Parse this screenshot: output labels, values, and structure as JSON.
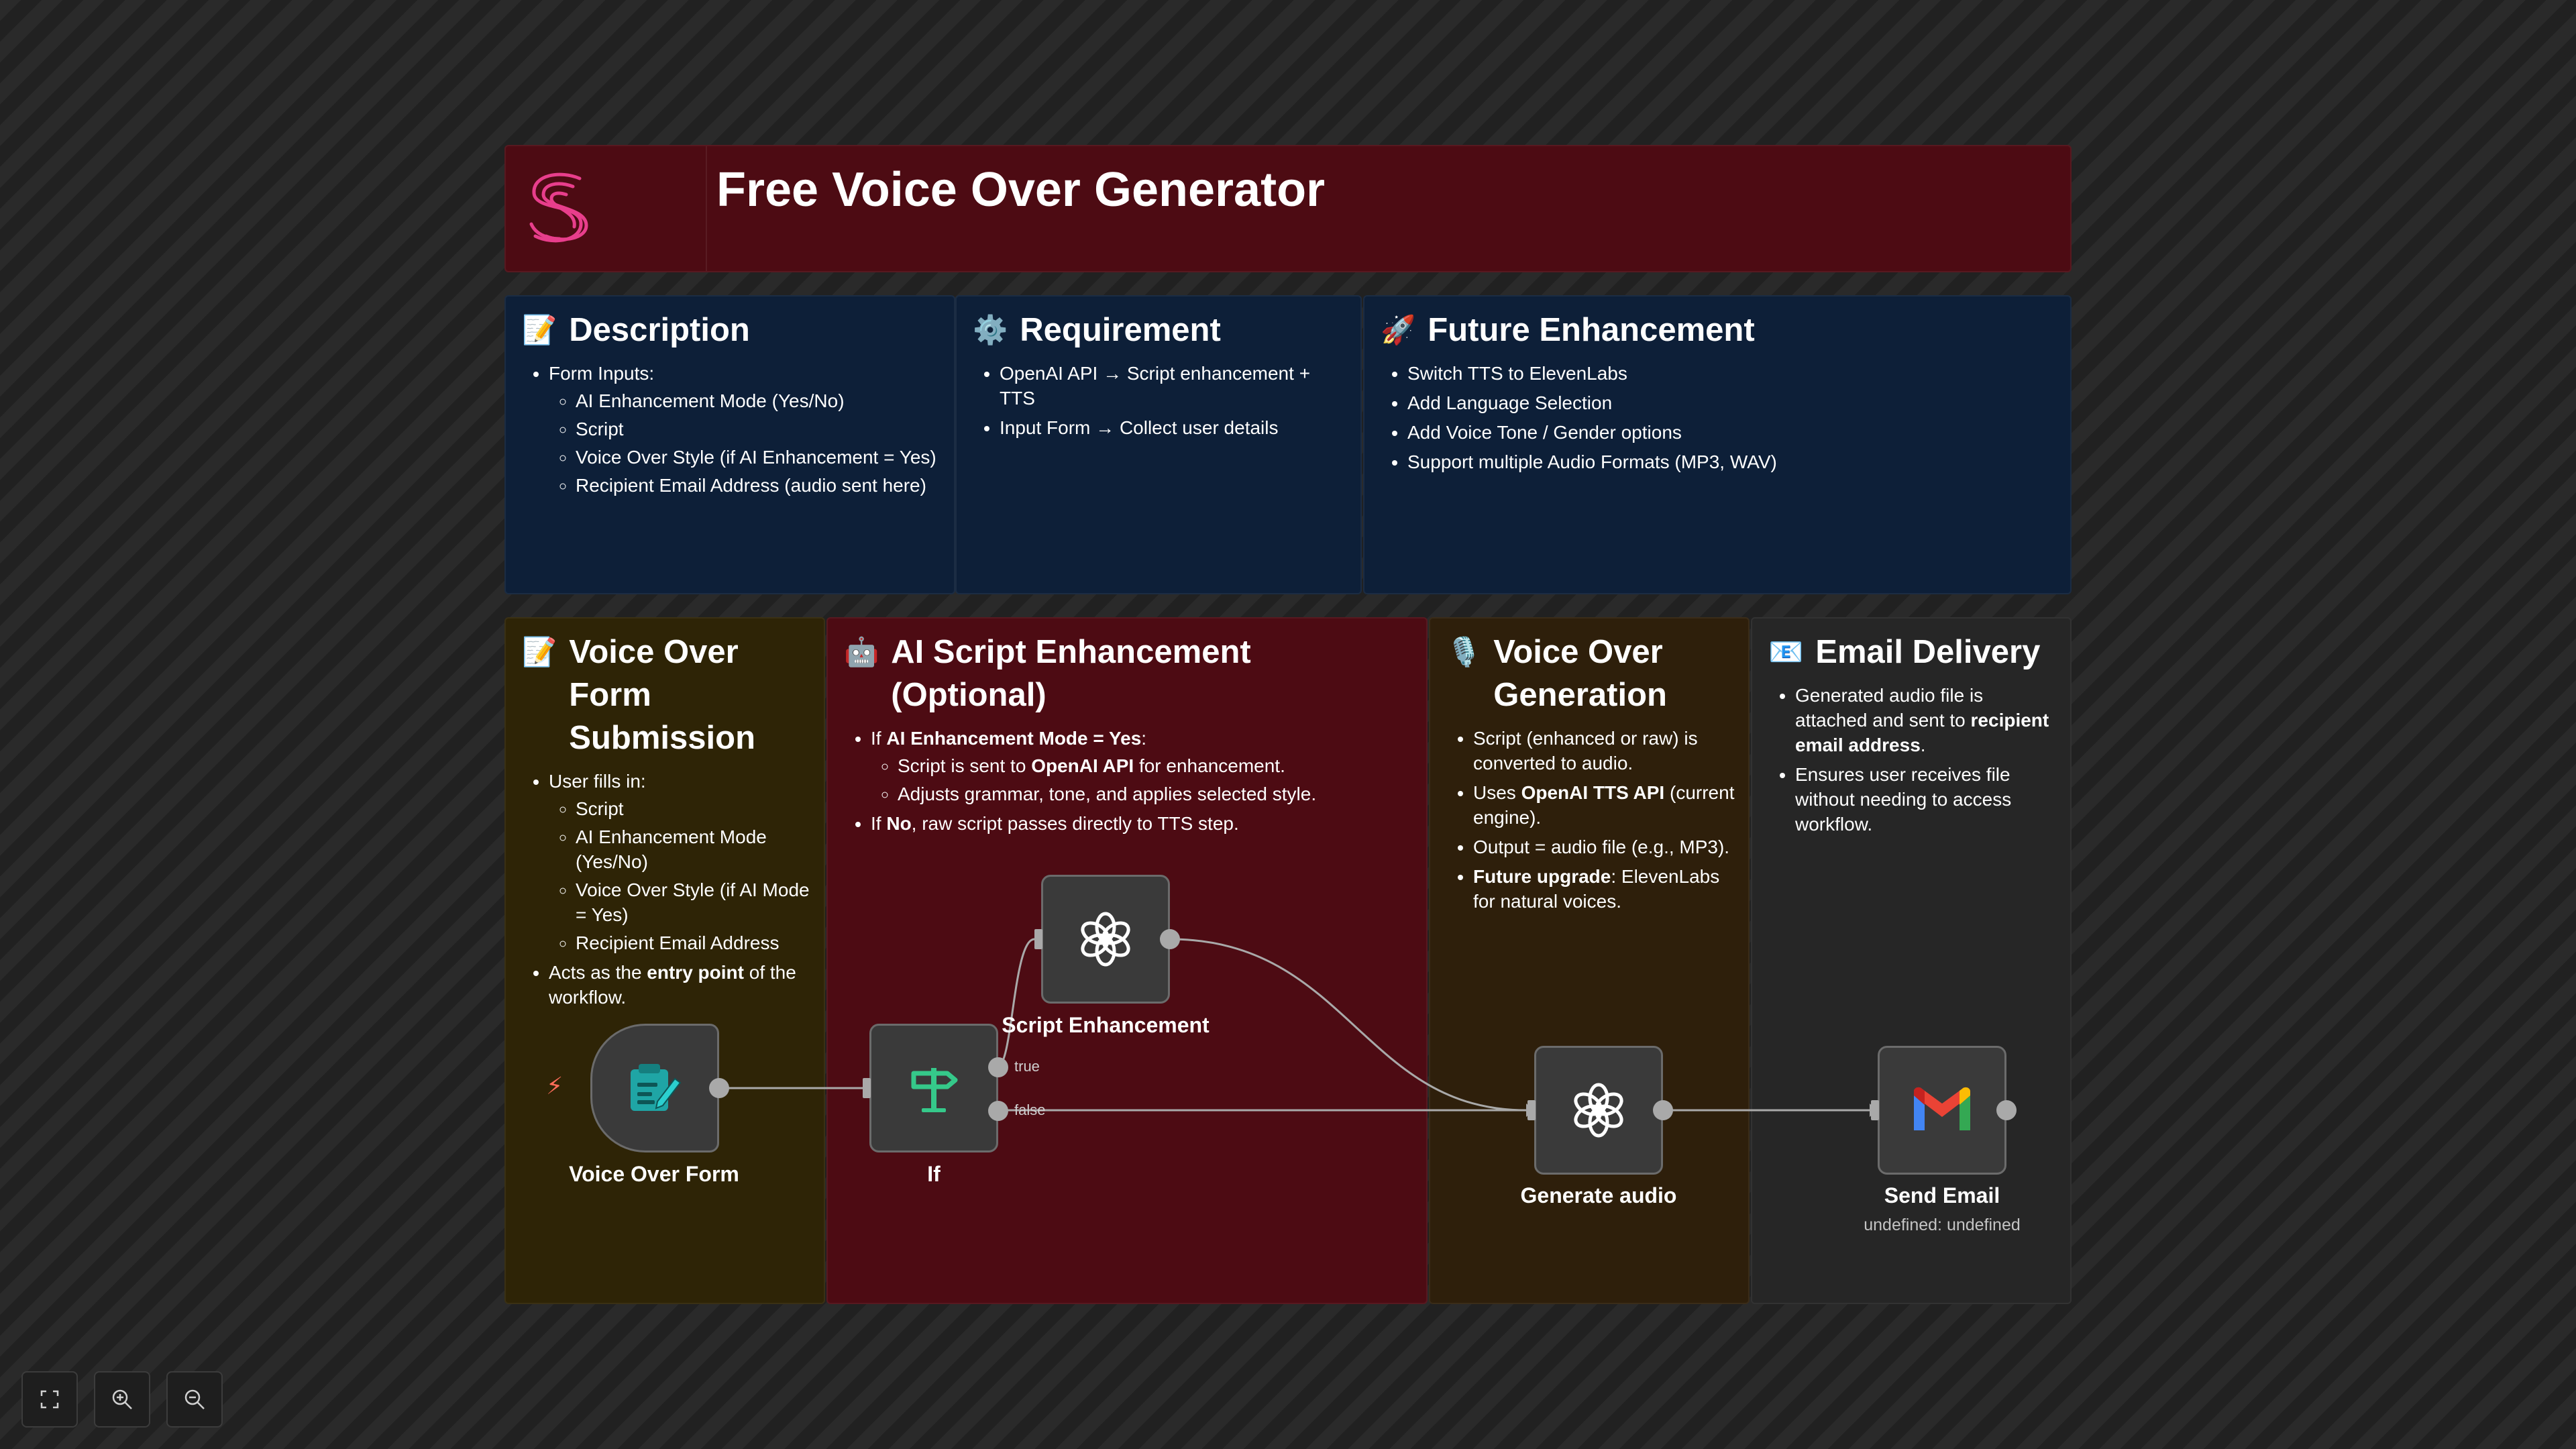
{
  "title": "Free Voice Over Generator",
  "colors": {
    "title_sticky": "#4d0b13",
    "blue_sticky": "#0d1f38",
    "form_sticky": "#2e2406",
    "ai_sticky": "#4d0b13",
    "gen_sticky": "#2e1f0b",
    "mail_sticky": "#262626",
    "wire": "#a9a9a9",
    "logo_accent": "#e83e8c"
  },
  "description": {
    "emoji": "📝",
    "heading": "Description",
    "item1": "Form Inputs:",
    "sub": [
      "AI Enhancement Mode (Yes/No)",
      "Script",
      "Voice Over Style (if AI Enhancement = Yes)",
      "Recipient Email Address (audio sent here)"
    ]
  },
  "requirement": {
    "emoji": "⚙️",
    "heading": "Requirement",
    "items": [
      "OpenAI API → Script enhancement + TTS",
      "Input Form → Collect user details"
    ]
  },
  "future": {
    "emoji": "🚀",
    "heading": "Future Enhancement",
    "items": [
      "Switch TTS to ElevenLabs",
      "Add Language Selection",
      "Add Voice Tone / Gender options",
      "Support multiple Audio Formats (MP3, WAV)"
    ]
  },
  "form_section": {
    "emoji": "📝",
    "heading": "Voice Over Form Submission",
    "item1": "User fills in:",
    "sub": [
      "Script",
      "AI Enhancement Mode (Yes/No)",
      "Voice Over Style (if AI Mode = Yes)",
      "Recipient Email Address"
    ],
    "item2_pre": "Acts as the ",
    "item2_bold": "entry point",
    "item2_post": " of the workflow."
  },
  "ai_section": {
    "emoji": "🤖",
    "heading": "AI Script Enhancement (Optional)",
    "item1_pre": "If ",
    "item1_bold": "AI Enhancement Mode = Yes",
    "item1_post": ":",
    "sub1_pre": "Script is sent to ",
    "sub1_bold": "OpenAI API",
    "sub1_post": " for enhancement.",
    "sub2": "Adjusts grammar, tone, and applies selected style.",
    "item2_pre": "If ",
    "item2_bold": "No",
    "item2_post": ", raw script passes directly to TTS step."
  },
  "gen_section": {
    "emoji": "🎙️",
    "heading": "Voice Over Generation",
    "item1": "Script (enhanced or raw) is converted to audio.",
    "item2_pre": "Uses ",
    "item2_bold": "OpenAI TTS API",
    "item2_post": " (current engine).",
    "item3": "Output = audio file (e.g., MP3).",
    "item4_bold": "Future upgrade",
    "item4_post": ": ElevenLabs for natural voices."
  },
  "mail_section": {
    "emoji": "📧",
    "heading": "Email Delivery",
    "item1_pre": "Generated audio file is attached and sent to ",
    "item1_bold": "recipient email address",
    "item1_post": ".",
    "item2": "Ensures user receives file without needing to access workflow."
  },
  "nodes": {
    "form": {
      "label": "Voice Over Form",
      "icon": "form-icon"
    },
    "if": {
      "label": "If",
      "icon": "signpost-icon",
      "true_label": "true",
      "false_label": "false"
    },
    "script": {
      "label": "Script Enhancement",
      "icon": "openai-icon"
    },
    "audio": {
      "label": "Generate audio",
      "icon": "openai-icon"
    },
    "email": {
      "label": "Send Email",
      "sub": "undefined: undefined",
      "icon": "gmail-icon"
    }
  },
  "trigger_icon": "⚡",
  "controls": [
    "fit-view-icon",
    "zoom-in-icon",
    "zoom-out-icon"
  ]
}
